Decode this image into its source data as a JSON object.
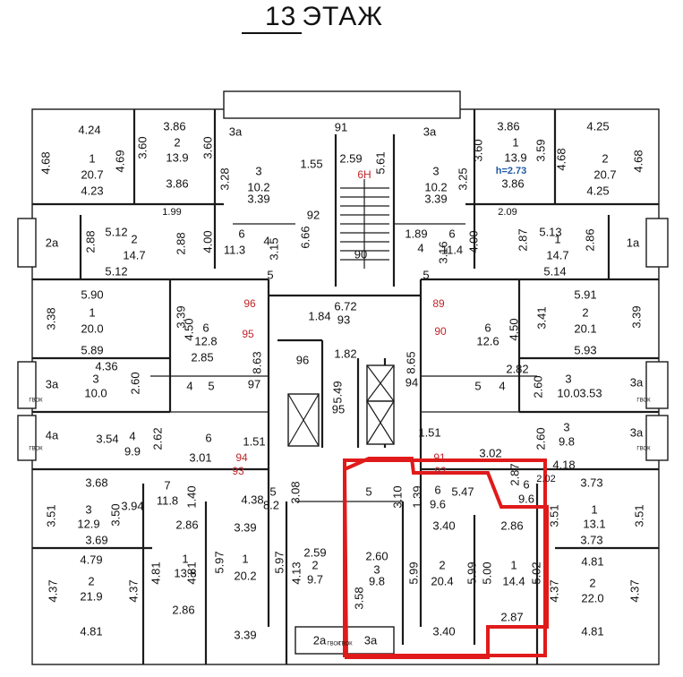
{
  "title": {
    "floor_number": "13",
    "floor_word": "ЭТАЖ"
  },
  "highlight_color": "#e01a1a",
  "room_labels": [
    {
      "t": "4.24",
      "c": "big"
    },
    {
      "t": "4.68",
      "c": "big",
      "r": -90
    },
    {
      "t": "1",
      "c": "big"
    },
    {
      "t": "20.7",
      "c": "big"
    },
    {
      "t": "4.69",
      "c": "big",
      "r": -90
    },
    {
      "t": "4.23",
      "c": "big"
    },
    {
      "t": "3.86",
      "c": "big"
    },
    {
      "t": "3.60",
      "c": "big",
      "r": -90
    },
    {
      "t": "2",
      "c": "big"
    },
    {
      "t": "13.9",
      "c": "big"
    },
    {
      "t": "3.60",
      "c": "big",
      "r": -90
    },
    {
      "t": "3.86",
      "c": "big"
    },
    {
      "t": "3а",
      "c": "big"
    },
    {
      "t": "91",
      "c": "big"
    },
    {
      "t": "3а",
      "c": "big"
    },
    {
      "t": "1.55",
      "c": "big"
    },
    {
      "t": "2.59",
      "c": "big"
    },
    {
      "t": "6Н",
      "c": "red"
    },
    {
      "t": "5.61",
      "c": "big",
      "r": -90
    },
    {
      "t": "3.28",
      "c": "big",
      "r": -90
    },
    {
      "t": "3",
      "c": "big"
    },
    {
      "t": "10.2",
      "c": "big"
    },
    {
      "t": "3.39",
      "c": "big"
    },
    {
      "t": "3",
      "c": "big"
    },
    {
      "t": "10.2",
      "c": "big"
    },
    {
      "t": "3.39",
      "c": "big"
    },
    {
      "t": "3.25",
      "c": "big",
      "r": -90
    },
    {
      "t": "3.86",
      "c": "big"
    },
    {
      "t": "3.60",
      "c": "big",
      "r": -90
    },
    {
      "t": "1",
      "c": "big"
    },
    {
      "t": "13.9",
      "c": "big"
    },
    {
      "t": "3.59",
      "c": "big",
      "r": -90
    },
    {
      "t": "h=2.73",
      "c": "blue"
    },
    {
      "t": "3.86",
      "c": "big"
    },
    {
      "t": "4.25",
      "c": "big"
    },
    {
      "t": "4.68",
      "c": "big",
      "r": -90
    },
    {
      "t": "2",
      "c": "big"
    },
    {
      "t": "20.7",
      "c": "big"
    },
    {
      "t": "4.68",
      "c": "big",
      "r": -90
    },
    {
      "t": "4.25",
      "c": "big"
    },
    {
      "t": "1.99",
      "c": "sm"
    },
    {
      "t": "2.09",
      "c": "sm"
    },
    {
      "t": "92",
      "c": "big"
    },
    {
      "t": "6.66",
      "c": "big",
      "r": -90
    },
    {
      "t": "90",
      "c": "big"
    },
    {
      "t": "2а",
      "c": "big"
    },
    {
      "t": "5.12",
      "c": "big"
    },
    {
      "t": "2.88",
      "c": "big",
      "r": -90
    },
    {
      "t": "2",
      "c": "big"
    },
    {
      "t": "14.7",
      "c": "big"
    },
    {
      "t": "2.88",
      "c": "big",
      "r": -90
    },
    {
      "t": "5.12",
      "c": "big"
    },
    {
      "t": "4.00",
      "c": "big",
      "r": -90
    },
    {
      "t": "6",
      "c": "big"
    },
    {
      "t": "11.3",
      "c": "big"
    },
    {
      "t": "4",
      "c": "big"
    },
    {
      "t": "3.15",
      "c": "big",
      "r": -90
    },
    {
      "t": "5",
      "c": "big"
    },
    {
      "t": "1.89",
      "c": "big"
    },
    {
      "t": "6",
      "c": "big"
    },
    {
      "t": "11.4",
      "c": "big"
    },
    {
      "t": "4.00",
      "c": "big",
      "r": -90
    },
    {
      "t": "4",
      "c": "big"
    },
    {
      "t": "3.16",
      "c": "big",
      "r": -90
    },
    {
      "t": "5",
      "c": "big"
    },
    {
      "t": "5.13",
      "c": "big"
    },
    {
      "t": "2.87",
      "c": "big",
      "r": -90
    },
    {
      "t": "1",
      "c": "big"
    },
    {
      "t": "14.7",
      "c": "big"
    },
    {
      "t": "2.86",
      "c": "big",
      "r": -90
    },
    {
      "t": "5.14",
      "c": "big"
    },
    {
      "t": "1а",
      "c": "big"
    },
    {
      "t": "5.90",
      "c": "big"
    },
    {
      "t": "3.38",
      "c": "big",
      "r": -90
    },
    {
      "t": "1",
      "c": "big"
    },
    {
      "t": "20.0",
      "c": "big"
    },
    {
      "t": "3.39",
      "c": "big",
      "r": -90
    },
    {
      "t": "5.89",
      "c": "big"
    },
    {
      "t": "96",
      "c": "red"
    },
    {
      "t": "6.72",
      "c": "big"
    },
    {
      "t": "1.84",
      "c": "big"
    },
    {
      "t": "93",
      "c": "big"
    },
    {
      "t": "89",
      "c": "red"
    },
    {
      "t": "4.50",
      "c": "big",
      "r": -90
    },
    {
      "t": "6",
      "c": "big"
    },
    {
      "t": "12.8",
      "c": "big"
    },
    {
      "t": "95",
      "c": "red"
    },
    {
      "t": "2.85",
      "c": "big"
    },
    {
      "t": "6",
      "c": "big"
    },
    {
      "t": "12.6",
      "c": "big"
    },
    {
      "t": "4.50",
      "c": "big",
      "r": -90
    },
    {
      "t": "90",
      "c": "red"
    },
    {
      "t": "5.91",
      "c": "big"
    },
    {
      "t": "3.41",
      "c": "big",
      "r": -90
    },
    {
      "t": "2",
      "c": "big"
    },
    {
      "t": "20.1",
      "c": "big"
    },
    {
      "t": "3.39",
      "c": "big",
      "r": -90
    },
    {
      "t": "5.93",
      "c": "big"
    },
    {
      "t": "96",
      "c": "big"
    },
    {
      "t": "1.82",
      "c": "big"
    },
    {
      "t": "8.63",
      "c": "big",
      "r": -90
    },
    {
      "t": "8.65",
      "c": "big",
      "r": -90
    },
    {
      "t": "3а",
      "c": "big"
    },
    {
      "t": "4.36",
      "c": "big"
    },
    {
      "t": "3",
      "c": "big"
    },
    {
      "t": "10.0",
      "c": "big"
    },
    {
      "t": "2.60",
      "c": "big",
      "r": -90
    },
    {
      "t": "4",
      "c": "big"
    },
    {
      "t": "5",
      "c": "big"
    },
    {
      "t": "97",
      "c": "big"
    },
    {
      "t": "5.49",
      "c": "big",
      "r": -90
    },
    {
      "t": "95",
      "c": "big"
    },
    {
      "t": "94",
      "c": "big"
    },
    {
      "t": "2.82",
      "c": "big"
    },
    {
      "t": "5",
      "c": "big"
    },
    {
      "t": "4",
      "c": "big"
    },
    {
      "t": "2.60",
      "c": "big",
      "r": -90
    },
    {
      "t": "3",
      "c": "big"
    },
    {
      "t": "10.0",
      "c": "big"
    },
    {
      "t": "3.53",
      "c": "big"
    },
    {
      "t": "3а",
      "c": "big"
    },
    {
      "t": "4а",
      "c": "big"
    },
    {
      "t": "3.54",
      "c": "big"
    },
    {
      "t": "4",
      "c": "big"
    },
    {
      "t": "9.9",
      "c": "big"
    },
    {
      "t": "2.62",
      "c": "big",
      "r": -90
    },
    {
      "t": "6",
      "c": "big"
    },
    {
      "t": "3.01",
      "c": "big"
    },
    {
      "t": "1.51",
      "c": "big"
    },
    {
      "t": "1.51",
      "c": "big"
    },
    {
      "t": "3.02",
      "c": "big"
    },
    {
      "t": "2.60",
      "c": "big",
      "r": -90
    },
    {
      "t": "3",
      "c": "big"
    },
    {
      "t": "9.8",
      "c": "big"
    },
    {
      "t": "4.18",
      "c": "big"
    },
    {
      "t": "3а",
      "c": "big"
    },
    {
      "t": "94",
      "c": "red"
    },
    {
      "t": "93",
      "c": "red"
    },
    {
      "t": "91",
      "c": "red"
    },
    {
      "t": "92",
      "c": "red"
    },
    {
      "t": "3.68",
      "c": "big"
    },
    {
      "t": "3.51",
      "c": "big",
      "r": -90
    },
    {
      "t": "3",
      "c": "big"
    },
    {
      "t": "12.9",
      "c": "big"
    },
    {
      "t": "3.50",
      "c": "big",
      "r": -90
    },
    {
      "t": "3.69",
      "c": "big"
    },
    {
      "t": "3.94",
      "c": "big"
    },
    {
      "t": "7",
      "c": "big"
    },
    {
      "t": "11.8",
      "c": "big"
    },
    {
      "t": "2.86",
      "c": "big"
    },
    {
      "t": "4.38",
      "c": "big"
    },
    {
      "t": "5",
      "c": "big"
    },
    {
      "t": "8.2",
      "c": "big"
    },
    {
      "t": "1.40",
      "c": "big",
      "r": -90
    },
    {
      "t": "3.08",
      "c": "big",
      "r": -90
    },
    {
      "t": "5",
      "c": "big"
    },
    {
      "t": "3.10",
      "c": "big",
      "r": -90
    },
    {
      "t": "1.39",
      "c": "big",
      "r": -90
    },
    {
      "t": "6",
      "c": "big"
    },
    {
      "t": "9.6",
      "c": "big"
    },
    {
      "t": "5.47",
      "c": "big"
    },
    {
      "t": "2.87",
      "c": "big",
      "r": -90
    },
    {
      "t": "6",
      "c": "big"
    },
    {
      "t": "9.6",
      "c": "big"
    },
    {
      "t": "2.02",
      "c": "sm"
    },
    {
      "t": "3.73",
      "c": "big"
    },
    {
      "t": "3.51",
      "c": "big",
      "r": -90
    },
    {
      "t": "1",
      "c": "big"
    },
    {
      "t": "13.1",
      "c": "big"
    },
    {
      "t": "3.51",
      "c": "big",
      "r": -90
    },
    {
      "t": "3.73",
      "c": "big"
    },
    {
      "t": "3.39",
      "c": "big"
    },
    {
      "t": "5.97",
      "c": "big",
      "r": -90
    },
    {
      "t": "1",
      "c": "big"
    },
    {
      "t": "20.2",
      "c": "big"
    },
    {
      "t": "5.97",
      "c": "big",
      "r": -90
    },
    {
      "t": "3.39",
      "c": "big"
    },
    {
      "t": "4.81",
      "c": "big",
      "r": -90
    },
    {
      "t": "1",
      "c": "big"
    },
    {
      "t": "13.8",
      "c": "big"
    },
    {
      "t": "4.81",
      "c": "big",
      "r": -90
    },
    {
      "t": "2.86",
      "c": "big"
    },
    {
      "t": "4.79",
      "c": "big"
    },
    {
      "t": "4.37",
      "c": "big",
      "r": -90
    },
    {
      "t": "2",
      "c": "big"
    },
    {
      "t": "21.9",
      "c": "big"
    },
    {
      "t": "4.37",
      "c": "big",
      "r": -90
    },
    {
      "t": "4.81",
      "c": "big"
    },
    {
      "t": "4.13",
      "c": "big",
      "r": -90
    },
    {
      "t": "2.59",
      "c": "big"
    },
    {
      "t": "2",
      "c": "big"
    },
    {
      "t": "9.7",
      "c": "big"
    },
    {
      "t": "2.60",
      "c": "big"
    },
    {
      "t": "3",
      "c": "big"
    },
    {
      "t": "9.8",
      "c": "big"
    },
    {
      "t": "3.58",
      "c": "big",
      "r": -90
    },
    {
      "t": "3.40",
      "c": "big"
    },
    {
      "t": "5.99",
      "c": "big",
      "r": -90
    },
    {
      "t": "2",
      "c": "big"
    },
    {
      "t": "20.4",
      "c": "big"
    },
    {
      "t": "5.99",
      "c": "big",
      "r": -90
    },
    {
      "t": "3.40",
      "c": "big"
    },
    {
      "t": "2.86",
      "c": "big"
    },
    {
      "t": "5.00",
      "c": "big",
      "r": -90
    },
    {
      "t": "1",
      "c": "big"
    },
    {
      "t": "14.4",
      "c": "big"
    },
    {
      "t": "5.02",
      "c": "big",
      "r": -90
    },
    {
      "t": "2.87",
      "c": "big"
    },
    {
      "t": "4.81",
      "c": "big"
    },
    {
      "t": "4.37",
      "c": "big",
      "r": -90
    },
    {
      "t": "2",
      "c": "big"
    },
    {
      "t": "22.0",
      "c": "big"
    },
    {
      "t": "4.37",
      "c": "big",
      "r": -90
    },
    {
      "t": "4.81",
      "c": "big"
    },
    {
      "t": "2а",
      "c": "big"
    },
    {
      "t": "3а",
      "c": "big"
    },
    {
      "t": "ГВОК",
      "c": "tiny"
    },
    {
      "t": "ГВОК",
      "c": "tiny"
    },
    {
      "t": "ГВОК",
      "c": "tiny"
    },
    {
      "t": "ГВОК",
      "c": "tiny"
    },
    {
      "t": "ГВОК",
      "c": "tiny"
    },
    {
      "t": "ГВОК",
      "c": "tiny"
    }
  ]
}
